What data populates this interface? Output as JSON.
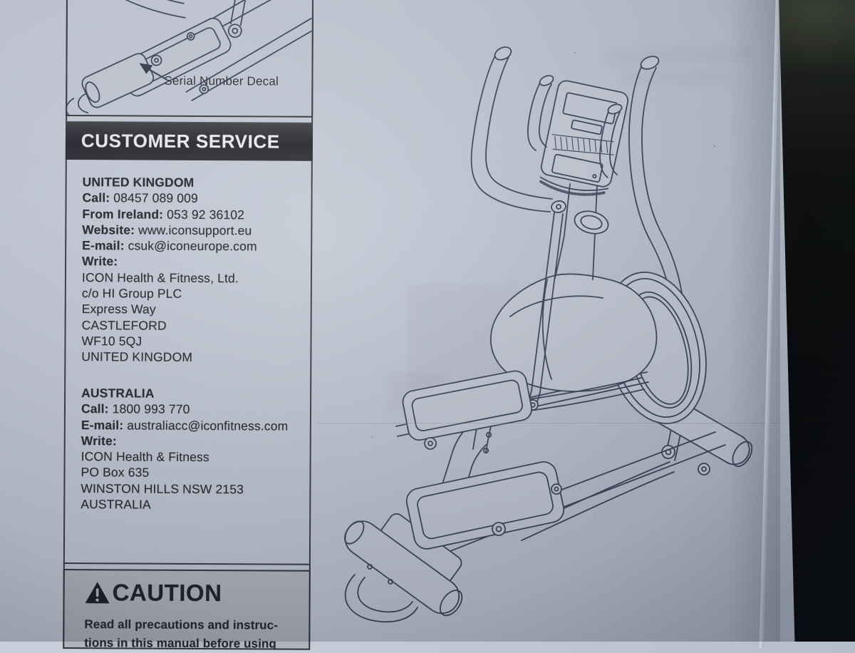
{
  "illustration_top": {
    "label": "Serial Number Decal"
  },
  "customer_service": {
    "title": "CUSTOMER SERVICE",
    "united_kingdom": {
      "heading": "UNITED KINGDOM",
      "entries": [
        {
          "label": "Call:",
          "value": "08457 089 009"
        },
        {
          "label": "From Ireland:",
          "value": "053 92 36102"
        },
        {
          "label": "Website:",
          "value": "www.iconsupport.eu"
        },
        {
          "label": "E-mail:",
          "value": "csuk@iconeurope.com"
        },
        {
          "label": "Write:",
          "value": ""
        }
      ],
      "address": [
        "ICON Health & Fitness, Ltd.",
        "c/o HI Group PLC",
        "Express Way",
        "CASTLEFORD",
        "WF10 5QJ",
        "UNITED KINGDOM"
      ]
    },
    "australia": {
      "heading": "AUSTRALIA",
      "entries": [
        {
          "label": "Call:",
          "value": "1800 993 770"
        },
        {
          "label": "E-mail:",
          "value": "australiacc@iconfitness.com"
        },
        {
          "label": "Write:",
          "value": ""
        }
      ],
      "address": [
        "ICON Health & Fitness",
        "PO Box 635",
        "WINSTON HILLS NSW 2153",
        "AUSTRALIA"
      ]
    }
  },
  "caution": {
    "title": "CAUTION",
    "warning_symbol": "!",
    "line1": "Read all precautions and instruc-",
    "line2": "tions in this manual before using"
  },
  "colors": {
    "paper": "#c2c9d4",
    "ink": "#23262c",
    "header_bar": "#232428",
    "header_text": "#edeff3",
    "caution_bg": "#b2b6bd",
    "box_border": "#32363e",
    "drawing_line": "#3a4358",
    "desk": "#0a0b09"
  }
}
